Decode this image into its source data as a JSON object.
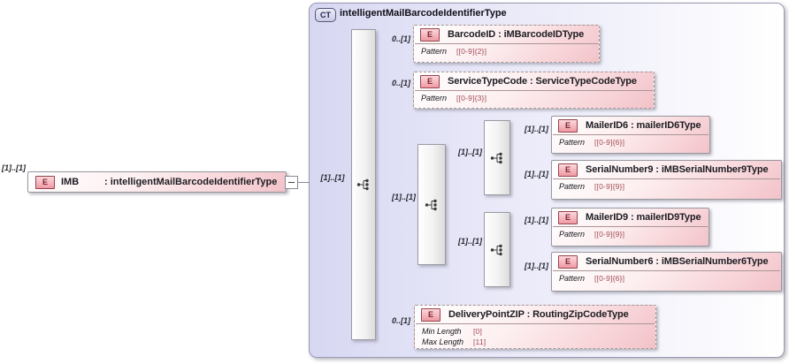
{
  "complex_type": {
    "badge": "CT",
    "title": "intelligentMailBarcodeIdentifierType"
  },
  "root": {
    "cardinality": "[1]..[1]",
    "badge": "E",
    "name": "IMB",
    "type": ": intelligentMailBarcodeIdentifierType",
    "link_cardinality": "[1]..[1]"
  },
  "links": {
    "barcode_id": "0..[1]",
    "service_type_code": "0..[1]",
    "choice": "[1]..[1]",
    "seq_top": "[1]..[1]",
    "seq_bottom": "[1]..[1]",
    "mailer_id6": "[1]..[1]",
    "serial_number9": "[1]..[1]",
    "mailer_id9": "[1]..[1]",
    "serial_number6": "[1]..[1]",
    "delivery_point_zip": "0..[1]"
  },
  "icons": {
    "compositor": "sequence-icon",
    "collapse": "minus-icon"
  },
  "colors": {
    "container_fill": "#d7d7f2",
    "element_fill": "#f2c3c9",
    "badge_border": "#97434f",
    "connector_line": "#8a8a96"
  },
  "elements": [
    {
      "badge": "E",
      "label": "BarcodeID : iMBarcodeIDType",
      "facets": [
        {
          "label": "Pattern",
          "value": "[[0-9]{2}]"
        }
      ]
    },
    {
      "badge": "E",
      "label": "ServiceTypeCode : ServiceTypeCodeType",
      "facets": [
        {
          "label": "Pattern",
          "value": "[[0-9]{3}]"
        }
      ]
    },
    {
      "badge": "E",
      "label": "MailerID6 : mailerID6Type",
      "facets": [
        {
          "label": "Pattern",
          "value": "[[0-9]{6}]"
        }
      ]
    },
    {
      "badge": "E",
      "label": "SerialNumber9 : iMBSerialNumber9Type",
      "facets": [
        {
          "label": "Pattern",
          "value": "[[0-9]{9}]"
        }
      ]
    },
    {
      "badge": "E",
      "label": "MailerID9 : mailerID9Type",
      "facets": [
        {
          "label": "Pattern",
          "value": "[[0-9]{9}]"
        }
      ]
    },
    {
      "badge": "E",
      "label": "SerialNumber6 : iMBSerialNumber6Type",
      "facets": [
        {
          "label": "Pattern",
          "value": "[[0-9]{6}]"
        }
      ]
    },
    {
      "badge": "E",
      "label": "DeliveryPointZIP : RoutingZipCodeType",
      "facets": [
        {
          "label": "Min Length",
          "value": "[0]"
        },
        {
          "label": "Max Length",
          "value": "[11]"
        }
      ]
    }
  ]
}
